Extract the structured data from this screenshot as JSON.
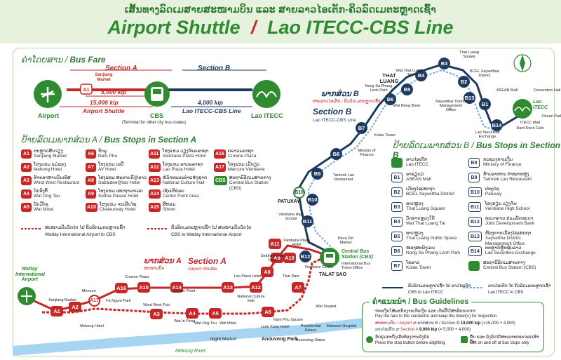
{
  "header": {
    "subtitle": "ເສັ້ນທາງລົດເມສາຍສະໜາມບິນ ແລະ ສາຍລາວໄອເຕັກ-ຄິວລົດເມຕະຫຼາດເຊົ້າ",
    "title_left": "Airport Shuttle",
    "title_sep": "/",
    "title_right": "Lao ITECC-CBS Line"
  },
  "fare": {
    "heading_lao": "ຄ່າໂດຍສານ",
    "heading_en": "Bus Fare",
    "section_a": "Section A",
    "section_b": "Section B",
    "sanjiang": "Sanjiang Market",
    "a1": "A1",
    "fare_a_short": "5,000 kip",
    "fare_a_full": "15,000 kip",
    "fare_a_label": "Airport Shuttle",
    "fare_b": "4,000 kip",
    "fare_b_label": "Lao ITECC-CBS Line",
    "airport": "Airport",
    "cbs": "CBS",
    "cbs_note": "(Terminal for other city bus routes)",
    "itecc": "Lao ITECC"
  },
  "stops_a": {
    "heading_lao": "ປ້າຍລົດເມພາກສ່ວນ A",
    "heading_en": "Bus Stops in Section A",
    "items": [
      {
        "code": "A1",
        "lao": "ຕະຫຼາດສັນຈຽງ",
        "en": "Sanjiang Market"
      },
      {
        "code": "A2",
        "lao": "ໂຮງແຮມ ແມ່ຂອງ",
        "en": "Mekong Hotel"
      },
      {
        "code": "A3",
        "lao": "ຮ້ານອາຫານວິນເທັສ",
        "en": "Wind West Restaurant"
      },
      {
        "code": "A4",
        "lao": "ວັດອົງຕື້",
        "en": "Wat Ong Teu"
      },
      {
        "code": "A5",
        "lao": "ວັດມີໄຊ",
        "en": "Wat Mixai"
      },
      {
        "code": "A6",
        "lao": "ນ້ຳພຸ",
        "en": "Nam Phu"
      },
      {
        "code": "A7",
        "lao": "ໂຮງແຮມ ເອວີ",
        "en": "AV Hotel"
      },
      {
        "code": "A8",
        "lao": "ໂຮງແຮມ ສະບາຍດີ@ລາວ",
        "en": "Sabaidee@lao Hotel"
      },
      {
        "code": "A9",
        "lao": "ໂຮງແຮມ ເສດຖາພາເລດ",
        "en": "Settha Palace Hotel"
      },
      {
        "code": "A10",
        "lao": "ໂຮງແຮມ ຈະເລີນໄຊ",
        "en": "Chaleunxay Hotel"
      },
      {
        "code": "A11",
        "lao": "ໂຮງແຮມ ວຽງຈັນພລາຊາ",
        "en": "Vientiane Plaza Hotel"
      },
      {
        "code": "A12",
        "lao": "ໂຮງແຮມ ລາວພລາຊາ",
        "en": "Lao Plaza Hotel"
      },
      {
        "code": "A13",
        "lao": "ຫໍວັດທະນະທຳແຫ່ງຊາດ",
        "en": "National Culture Hall"
      },
      {
        "code": "A14",
        "lao": "ເຊັນເຕີພ໋ອຍ",
        "en": "Center Point Area"
      },
      {
        "code": "A15",
        "lao": "ສີຫອມ",
        "en": "Sihom"
      },
      {
        "code": "A16",
        "lao": "ຄຣາວພລາຊາ",
        "en": "Crowne Plaza"
      },
      {
        "code": "A17",
        "lao": "ໂຮງແຮມ ເມີກຽວ",
        "en": "Mercure Vientiane"
      },
      {
        "code": "CBS",
        "lao": "ສະຖານີລົດເມສາຍກາງ",
        "en": "Central Bus Station (CBS)"
      }
    ],
    "legend_1": "ສະໜາມບິນວັດໄຕ ໄປ ຄິວລົດເມຕະຫຼາດເຊົ້າ",
    "legend_1_en": "Wattay International Airport to CBS",
    "legend_2": "ຄິວລົດເມຕະຫຼາດເຊົ້າ ໄປ ສະໜາມບິນວັດໄຕ",
    "legend_2_en": "CBS to Wattay International Airport"
  },
  "stops_b": {
    "heading_lao": "ປ້າຍລົດເມພາກສ່ວນ B",
    "heading_en": "Bus Stops in Section B",
    "items": [
      {
        "code": "ITECC",
        "lao": "ລາວໄອເຕັກ",
        "en": "Lao ITECC"
      },
      {
        "code": "B1",
        "lao": "ອາຊຽນມໍ",
        "en": "ASEAN Mall"
      },
      {
        "code": "B2",
        "lao": "ເມືອງໄຊເສດຖາ",
        "en": "BCEL Xaysettha District"
      },
      {
        "code": "B3",
        "lao": "ທາດຫຼວງ",
        "en": "That Luang Square"
      },
      {
        "code": "B4",
        "lao": "ວັດທາດຫຼວງໃຕ້",
        "en": "Wat That Luang Tai"
      },
      {
        "code": "B5",
        "lao": "ທາດຫຼວງ",
        "en": "That Luang Public Space"
      },
      {
        "code": "B6",
        "lao": "ໜອງສະພັງເລນ",
        "en": "Nong Sa Phang Lenh Park"
      },
      {
        "code": "B7",
        "lao": "ໂກລາວ",
        "en": "Kolao Tower"
      },
      {
        "code": "B8",
        "lao": "ກະຊວງການເງິນ",
        "en": "Ministry of Finance"
      },
      {
        "code": "B9",
        "lao": "ຮ້ານອາຫານ ຕຳໝາກຫຸ່ງ",
        "en": "Tamnak Lao Restaurant"
      },
      {
        "code": "B10",
        "lao": "ປະຕູໄຊ",
        "en": "Patuxay"
      },
      {
        "code": "B11",
        "lao": "ໂຮງຮຽນ ວຽງຈັນ",
        "en": "Vientiane High School"
      },
      {
        "code": "B12",
        "lao": "ທະນາຄານ ຮ່ວມພັດທະນາ",
        "en": "Joint Development Bank"
      },
      {
        "code": "B13",
        "lao": "ຫ້ອງການເມືອງໄຊເສດຖາ",
        "en": "Xaysettha District Management Office"
      },
      {
        "code": "B14",
        "lao": "ຕະຫຼາດຫຼັກຊັບລາວ",
        "en": "Lao Securities Exchange"
      },
      {
        "code": "CBS",
        "lao": "ສະຖານີລົດເມສາຍກາງ",
        "en": "Central Bus Station (CBS)"
      }
    ],
    "legend_1": "ຄິວລົດເມຕະຫຼາດເຊົ້າ ໄປ ລາວໄອເຕັກ",
    "legend_1_en": "CBS to Lao ITECC",
    "legend_2": "ລາວໄອເຕັກ ໄປ ຄິວລົດເມຕະຫຼາດເຊົ້າ",
    "legend_2_en": "Lao ITECC to CBS"
  },
  "map": {
    "section_b_lao": "ພາກສ່ວນ B",
    "section_b": "Section B",
    "section_b_sub_lao": "ສາຍລາວໄອເຕັກ - ຄິວລົດເມຕະຫຼາດເຊົ້າ",
    "section_b_sub": "Lao ITECC-CBS Line",
    "section_a_lao": "ພາກສ່ວນ A",
    "section_a": "Section A",
    "section_a_sub_lao": "ສະໜາມບິນ",
    "section_a_sub": "Airport Shuttle",
    "wattay": "Wattay International Airport",
    "that_luang": "THAT LUANG",
    "patuxay": "PATUXAY",
    "talat_sao": "TALAT SAO",
    "mekong_river": "Mekong River",
    "anouvong_park": "Anouvong Park",
    "cbs_label": "Central Bus Station (CBS)",
    "cbs_sub": "International Bus Ticket Office",
    "lao_itecc": "Lao ITECC",
    "khua_din": "Khua Din Market",
    "night_market": "Night Market",
    "place_labels": {
      "that_luang_sq": "That Luang Square",
      "wat_that_luang_tai": "Wat That Luang Tai",
      "bcel": "BCEL Xaysetthar District",
      "asean": "ASEAN Mall",
      "convention": "Convention Hall",
      "nong_sa_phang": "Nong Sa Phang Lenh Park",
      "wat_nong_bone": "Wat Nong Bone",
      "xaysettha_office": "Xaysetthar District Management Office",
      "itecc_mall": "ITECC Mall",
      "hard_rock": "Hard Rock Cafe",
      "ocean_park": "Ocean Park",
      "lao_sec": "Lao Securities Exchange",
      "kolao": "Kolao Tower",
      "ministry": "Ministry of Finance",
      "tamnak": "Tamnak Lao Restaurant",
      "vientiane_hs": "Vientiane High School",
      "vientiane_plaza": "Vientiane Plaza Hotel",
      "settha": "Settha Palace Hotel",
      "national_culture": "National Culture Hall",
      "lao_plaza": "Lao Plaza Hotel",
      "that_dam": "That Dam",
      "nam_phu": "Nam Phu Square",
      "wat_sisaket": "Wat Sisaket",
      "presidential": "Presidential Palace",
      "mahosot": "Mahosot Hospital",
      "anouvong_statue": "Anouvong Statue",
      "lane_xang": "Lane Xang Hotel",
      "wat_mixai": "Wat Mixai",
      "wat_ong_teu": "Wat Ong Teu",
      "wat_in_peng": "Wat In Peng",
      "center_point": "Center Point",
      "wind_west": "Wind West Pub",
      "fa_ngum": "Fa Ngum Park",
      "crowne": "Crowne Plaza",
      "mercure": "Mercure",
      "sanjiang": "Sanjiang Market",
      "mekong_hotel": "Mekong Hotel",
      "vientiane_center": "Vientiane Center"
    }
  },
  "guidelines": {
    "heading_lao": "ຄຳແນະນຳ",
    "heading_en": "Bus Guidelines",
    "line1_lao": "ຈ່າຍເງິນໃຫ້ພະນັກງານເກັບເງິນ ແລະ ເກັບປີ້ໄວ້ສຳລັບກວດກາ",
    "line1_en": "Pay the fare to the conductor and keep the ticket(s) for inspection",
    "fare1_lao": "ສະໜາມບິນ",
    "fare1_en": "Airport",
    "fare1_mid": "ພາກສ່ວນ B / Section B",
    "fare1_val": "19,000 kip",
    "fare1_calc": "(=15,000 + 4,000)",
    "fare2_lao": "ລາວໄອເຕັກ",
    "fare2_en": "Section A",
    "fare2_val": "9,000 kip",
    "fare2_calc": "(= 5,000 + 4,000)",
    "stop_lao": "ກົດປຸ່ມກະດິ່ງເມື່ອຕ້ອງການລົງລົດ",
    "stop_en": "Press the stop button before alighting",
    "onoff_lao": "ຂຶ້ນ ແລະ ລົງລົດໄດ້ສະເພາະບ່ອນຈອດເທົ່ານັ້ນ",
    "onoff_en": "Get on and off at bus stops only"
  },
  "colors": {
    "section_a": "#c62828",
    "section_b": "#1f3a5f",
    "brand_green": "#2e8b30",
    "route_b_light": "#6fa8dc"
  }
}
